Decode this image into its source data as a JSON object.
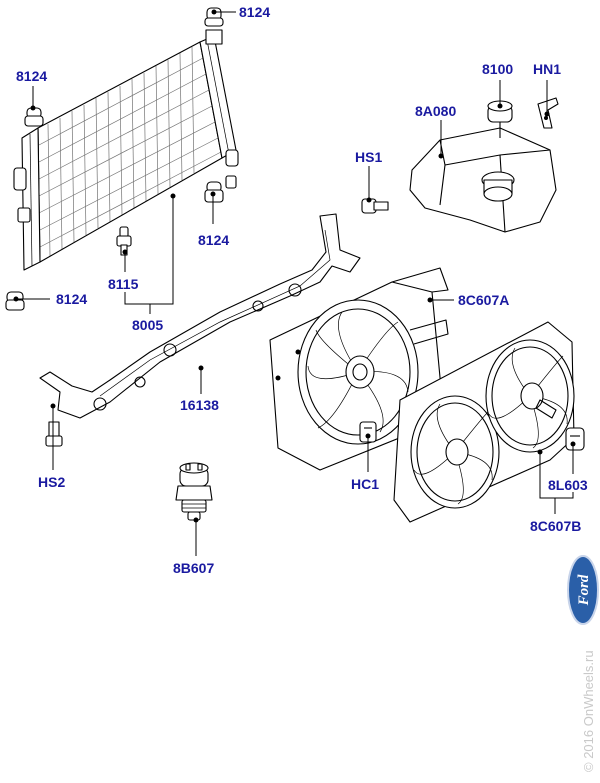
{
  "parts": {
    "p8124_top": "8124",
    "p8124_left": "8124",
    "p8124_right": "8124",
    "p8124_bottom": "8124",
    "p8115": "8115",
    "p8005": "8005",
    "p8100": "8100",
    "hn1": "HN1",
    "p8a080": "8A080",
    "hs1": "HS1",
    "p8c607a": "8C607A",
    "p16138": "16138",
    "hs2": "HS2",
    "hc1": "HC1",
    "p8l603": "8L603",
    "p8c607b": "8C607B",
    "p8b607": "8B607"
  },
  "logo": {
    "text": "Ford"
  },
  "watermark": "© 2016 OnWheels.ru",
  "colors": {
    "label": "#1a1aa0",
    "logo": "#2a5fa8"
  }
}
